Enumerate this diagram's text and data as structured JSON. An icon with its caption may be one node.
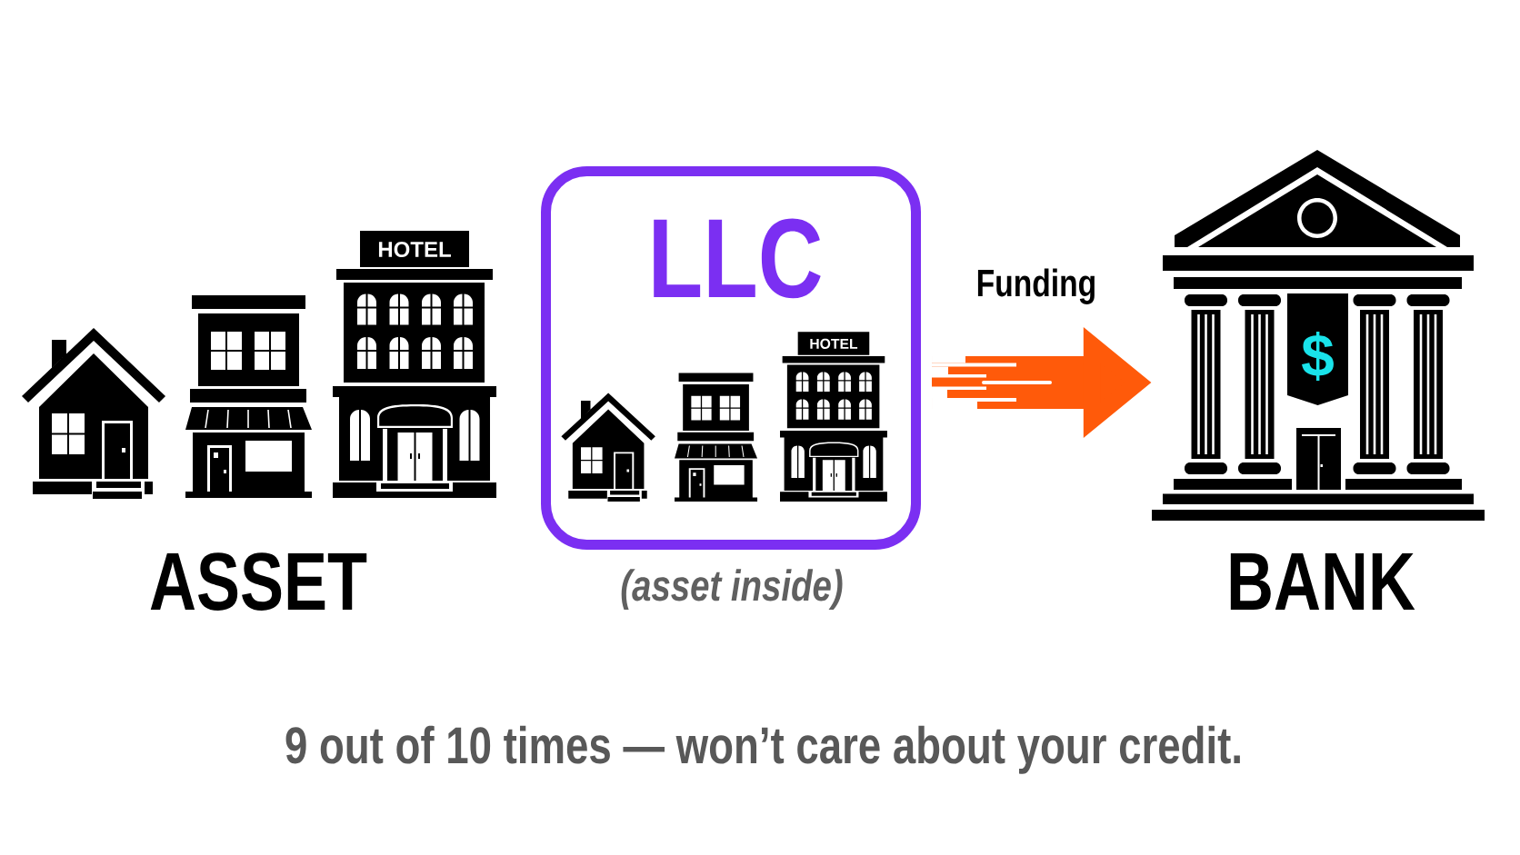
{
  "diagram": {
    "nodes": [
      {
        "text": [
          "ASSET"
        ]
      },
      {
        "text": [
          "LLC"
        ],
        "beside": [
          "(asset inside)"
        ]
      },
      {
        "text": [],
        "shape": "picture",
        "in": 1
      },
      {
        "text": [
          "BANK"
        ]
      }
    ],
    "edges": [
      {
        "from": 1,
        "to": 3,
        "arrow": "to",
        "label": "Funding",
        "color": "#ff5a0a"
      }
    ],
    "labels": [
      "HOTEL",
      "HOTEL",
      "$"
    ],
    "caption": "9 out of 10 times — won’t care about your credit."
  }
}
